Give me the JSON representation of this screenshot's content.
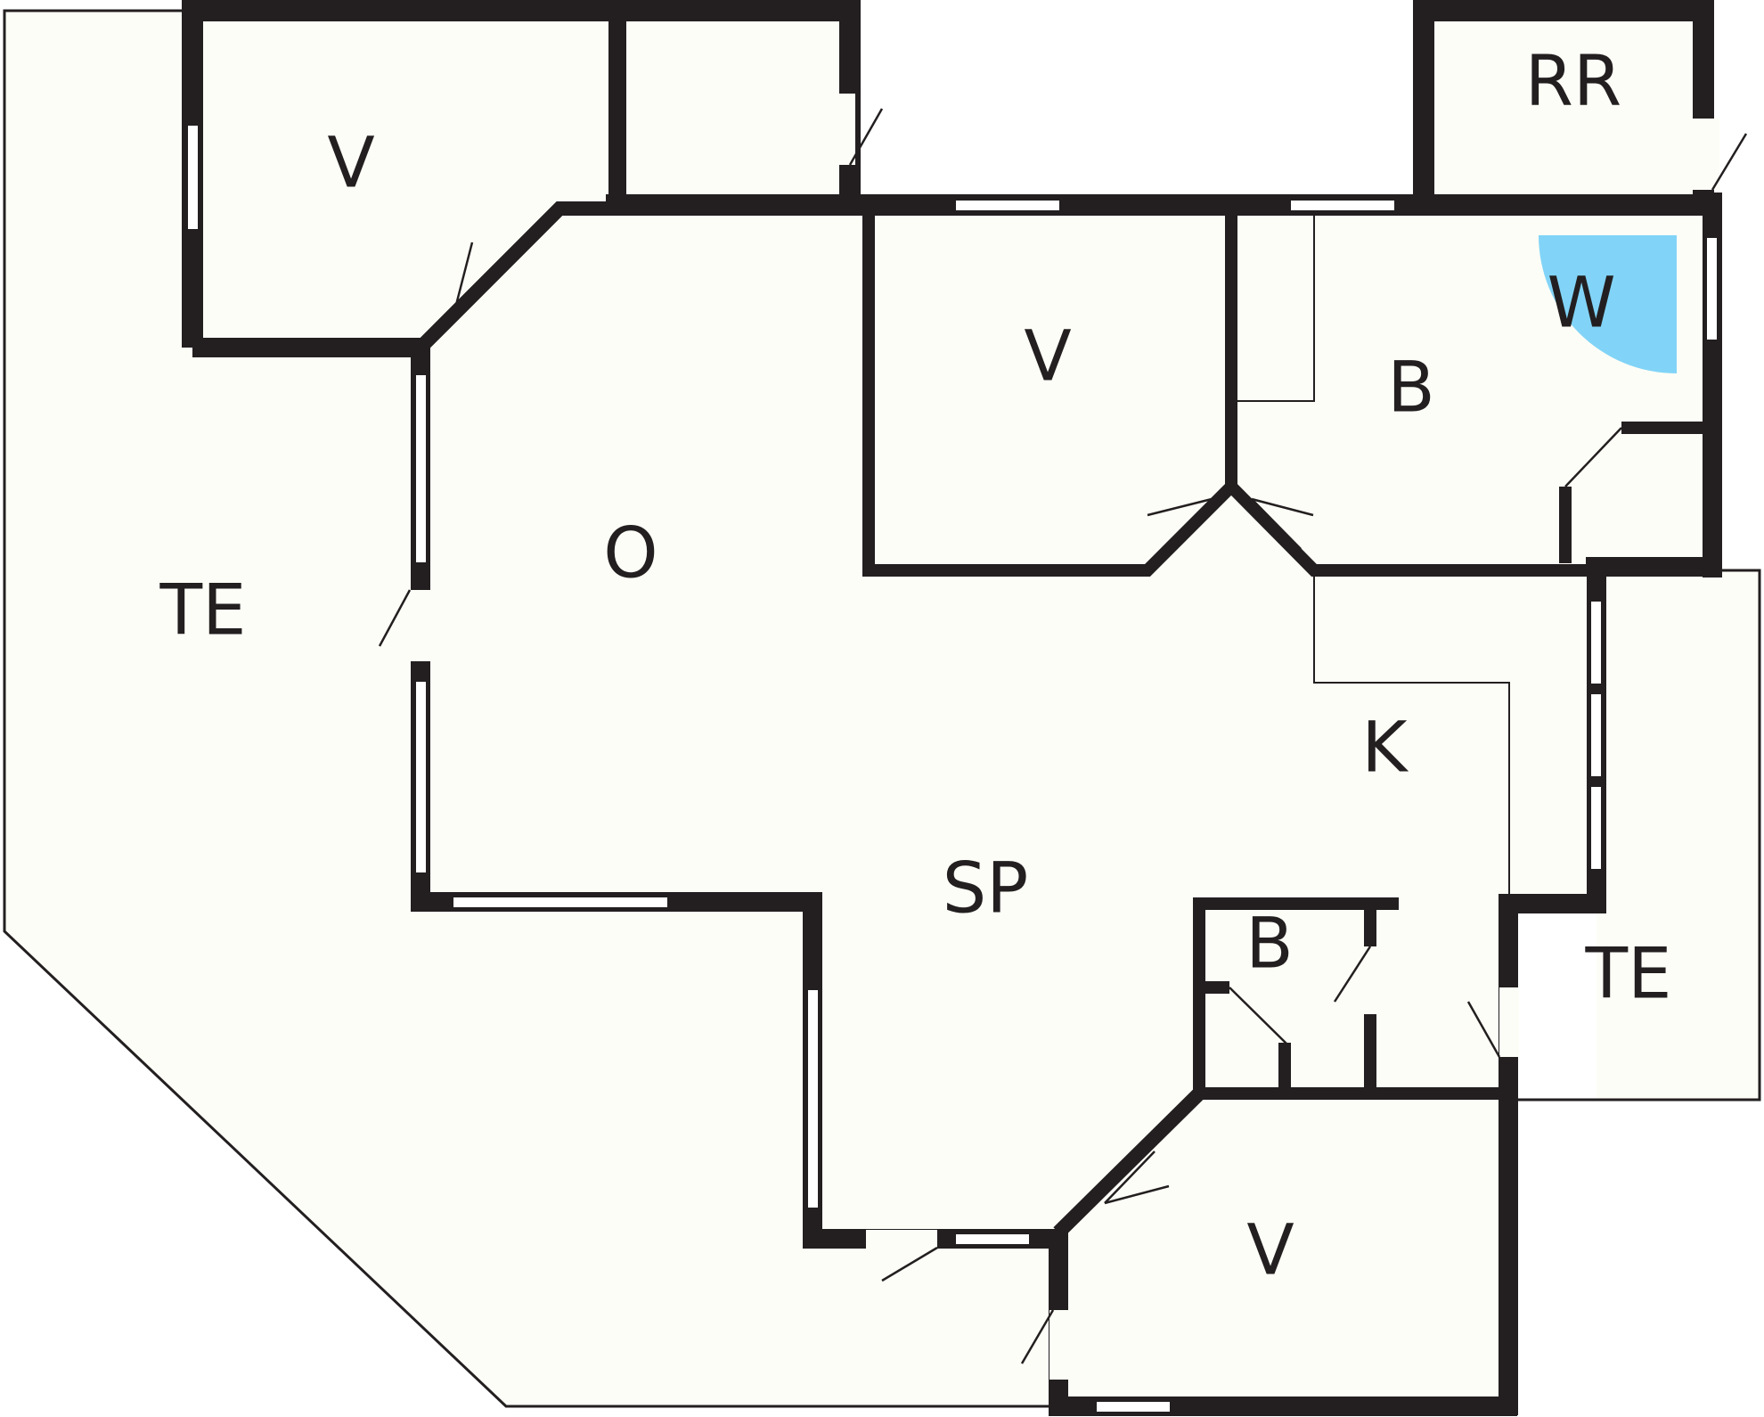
{
  "colors": {
    "wall": "#231f20",
    "floor": "#fdfdf7",
    "window": "#ffffff",
    "wet_area": "#81d4f7",
    "background": "#ffffff"
  },
  "rooms": [
    {
      "id": "v-top-left",
      "label": "V"
    },
    {
      "id": "te-left",
      "label": "TE"
    },
    {
      "id": "o",
      "label": "O"
    },
    {
      "id": "v-center",
      "label": "V"
    },
    {
      "id": "b-top",
      "label": "B"
    },
    {
      "id": "rr",
      "label": "RR"
    },
    {
      "id": "w",
      "label": "W"
    },
    {
      "id": "k",
      "label": "K"
    },
    {
      "id": "sp",
      "label": "SP"
    },
    {
      "id": "b-small",
      "label": "B"
    },
    {
      "id": "te-right",
      "label": "TE"
    },
    {
      "id": "v-bottom",
      "label": "V"
    }
  ]
}
